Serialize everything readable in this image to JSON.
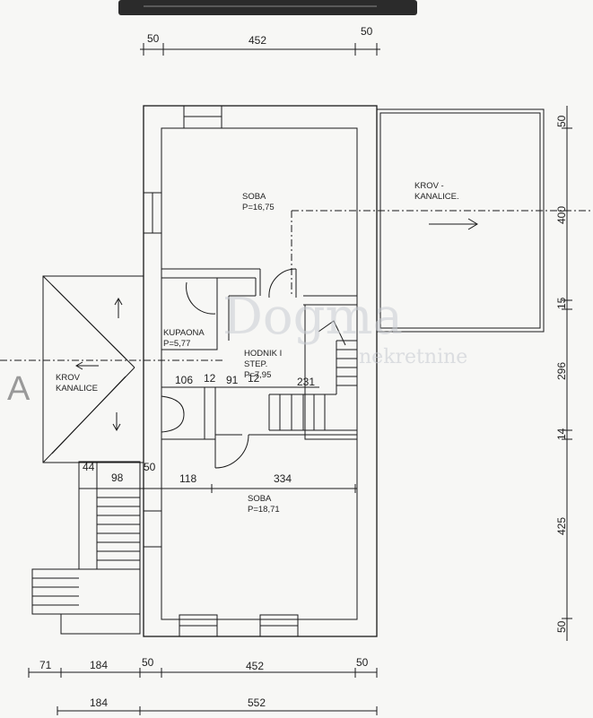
{
  "colors": {
    "ink": "#1a1a1a",
    "paper": "#f7f7f5",
    "watermark": "#c8ccd2",
    "topbar": "#2b2b2b"
  },
  "watermark": {
    "brand": "Dogma",
    "sub": "nekretnine"
  },
  "section_marker": "A",
  "rooms": {
    "soba_top": {
      "name": "SOBA",
      "area": "P=16,75"
    },
    "krov_right": {
      "line1": "KROV -",
      "line2": "KANALICE."
    },
    "krov_left": {
      "line1": "KROV",
      "line2": "KANALICE"
    },
    "kupaona": {
      "name": "KUPAONA",
      "area": "P=5,77"
    },
    "hodnik": {
      "line1": "HODNIK I",
      "line2": "STEP.",
      "area": "P=7,95"
    },
    "soba_bottom": {
      "name": "SOBA",
      "area": "P=18,71"
    }
  },
  "dims": {
    "top_left": "50",
    "top_mid": "452",
    "top_right": "50",
    "right_1": "50",
    "right_2": "400",
    "right_3": "15",
    "right_4": "296",
    "right_5": "14",
    "right_6": "425",
    "right_7": "50",
    "inner_106": "106",
    "inner_12a": "12",
    "inner_91": "91",
    "inner_12b": "12",
    "inner_231": "231",
    "left_44": "44",
    "left_98": "98",
    "left_50": "50",
    "mid_118": "118",
    "mid_334": "334",
    "bot_71": "71",
    "bot_184": "184",
    "bot_50a": "50",
    "bot_452": "452",
    "bot_50b": "50",
    "total_184": "184",
    "total_552": "552"
  }
}
